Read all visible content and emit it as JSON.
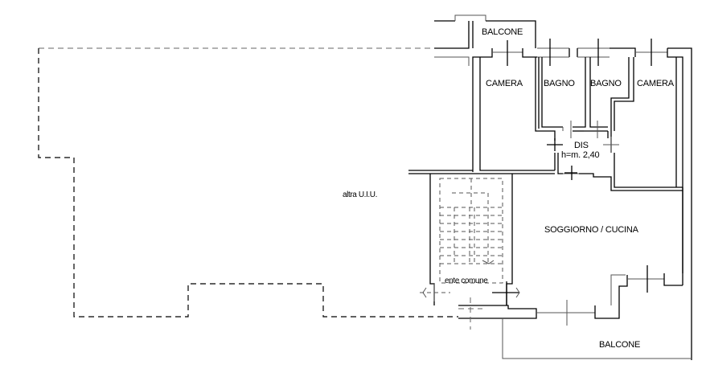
{
  "drawing": {
    "type": "floor plan",
    "background": "#ffffff",
    "line_color": "#000000"
  },
  "rooms": {
    "balcone_top": "BALCONE",
    "camera_left": "CAMERA",
    "bagno_1": "BAGNO",
    "bagno_2": "BAGNO",
    "camera_right": "CAMERA",
    "dis": "DIS",
    "dis_height": "h=m. 2,40",
    "soggiorno": "SOGGIORNO / CUCINA",
    "balcone_bottom": "BALCONE",
    "altra_uiu": "altra U.I.U.",
    "ente_comune": "ente comune"
  }
}
